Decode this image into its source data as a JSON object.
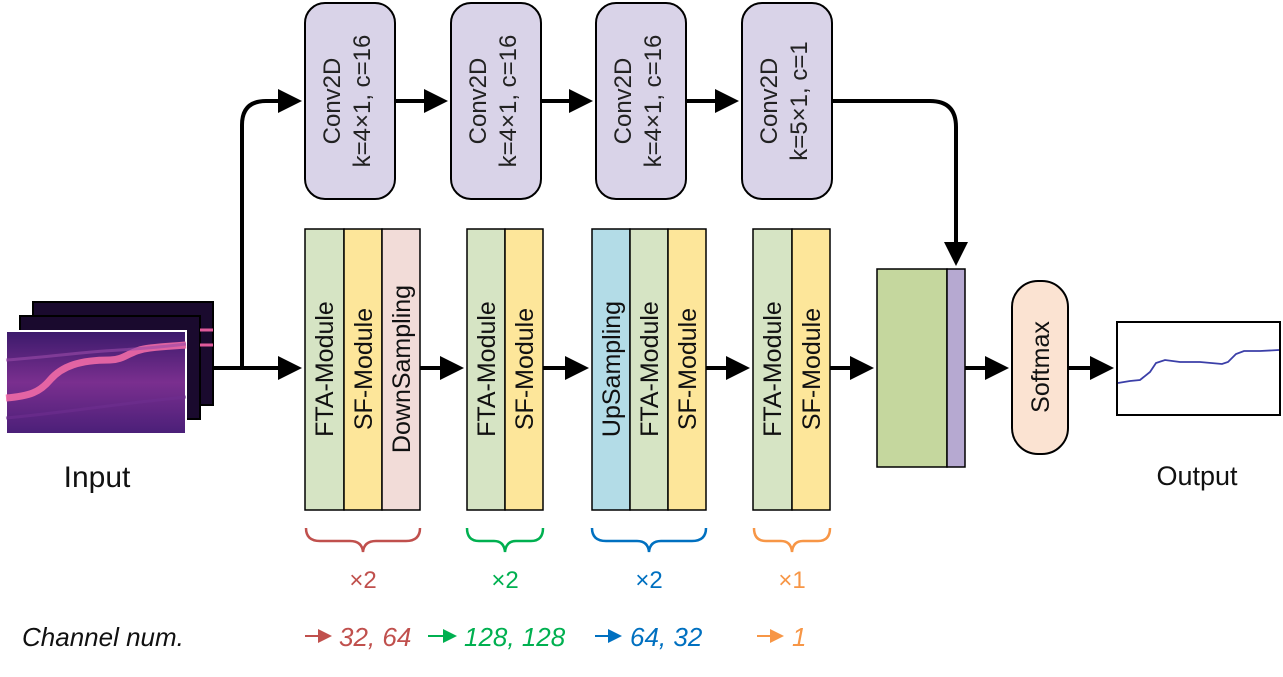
{
  "colors": {
    "fta": "#d6e4c4",
    "sf": "#fde69a",
    "downsampling": "#f2dcd8",
    "upsampling": "#b3dce7",
    "conv": "#d9d3e8",
    "softmax": "#fbe3d2",
    "concat_main": "#c5d79e",
    "concat_side": "#b6a9d1",
    "group1": "#c0504d",
    "group2": "#00b050",
    "group3": "#0070c0",
    "group4": "#f79646"
  },
  "input_label": "Input",
  "output_label": "Output",
  "softmax_label": "Softmax",
  "conv_blocks": [
    {
      "name": "Conv2D",
      "params": "k=4×1, c=16"
    },
    {
      "name": "Conv2D",
      "params": "k=4×1, c=16"
    },
    {
      "name": "Conv2D",
      "params": "k=4×1, c=16"
    },
    {
      "name": "Conv2D",
      "params": "k=5×1, c=1"
    }
  ],
  "groups": [
    {
      "modules": [
        "FTA-Module",
        "SF-Module",
        "DownSampling"
      ],
      "repeat": "×2",
      "channels": "32, 64"
    },
    {
      "modules": [
        "FTA-Module",
        "SF-Module"
      ],
      "repeat": "×2",
      "channels": "128, 128"
    },
    {
      "modules": [
        "UpSampling",
        "FTA-Module",
        "SF-Module"
      ],
      "repeat": "×2",
      "channels": "64, 32"
    },
    {
      "modules": [
        "FTA-Module",
        "SF-Module"
      ],
      "repeat": "×1",
      "channels": "1"
    }
  ],
  "channel_label": "Channel num."
}
